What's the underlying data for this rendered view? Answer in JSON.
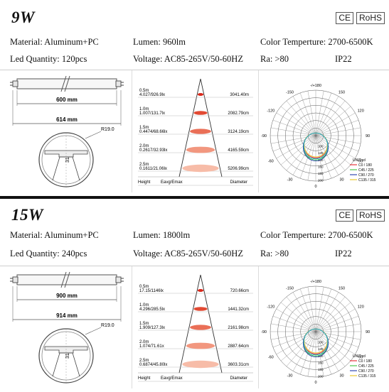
{
  "products": [
    {
      "id": "9w",
      "title": "9W",
      "badges": [
        "CE",
        "RoHS"
      ],
      "material": "Material: Aluminum+PC",
      "lumen": "Lumen: 960lm",
      "color_temp": "Color Temperture: 2700-6500K",
      "led_quantity": "Led Quantity: 120pcs",
      "voltage": "Voltage: AC85-265V/50-60HZ",
      "ra": "Ra: >80",
      "ip": "IP22",
      "tube": {
        "inner_length": "600 mm",
        "outer_length": "614 mm",
        "radius": "R19.0",
        "height": "31"
      },
      "cone": {
        "footer": [
          "Height",
          "Eavg/Emax",
          "Diameter"
        ],
        "rows": [
          {
            "h": "0.5m",
            "e": "4.027/926.9lx",
            "d": "3041.40m"
          },
          {
            "h": "1.0m",
            "e": "1.007/131.7lx",
            "d": "2082.79cm"
          },
          {
            "h": "1.5m",
            "e": "0.4474/68.66lx",
            "d": "3124.19cm"
          },
          {
            "h": "2.0m",
            "e": "0.2617/32.93lx",
            "d": "4165.59cm"
          },
          {
            "h": "2.5m",
            "e": "0.1611/21.06lx",
            "d": "5206.99cm"
          }
        ]
      },
      "polar": {
        "angles": [
          "-/+180",
          "-150",
          "150",
          "-120",
          "120",
          "-90",
          "90",
          "-60",
          "60",
          "-30",
          "30",
          "0"
        ],
        "radial": [
          "100",
          "120",
          "140",
          "160",
          "180",
          "200"
        ],
        "legend": [
          "UNIT:cd",
          "C0 / 180",
          "C45 / 225",
          "C90 / 270",
          "C135 / 315"
        ]
      }
    },
    {
      "id": "15w",
      "title": "15W",
      "badges": [
        "CE",
        "RoHS"
      ],
      "material": "Material: Aluminum+PC",
      "lumen": "Lumen: 1800lm",
      "color_temp": "Color Temperture: 2700-6500K",
      "led_quantity": "Led Quantity: 240pcs",
      "voltage": "Voltage: AC85-265V/50-60HZ",
      "ra": "Ra: >80",
      "ip": "IP22",
      "tube": {
        "inner_length": "900 mm",
        "outer_length": "914 mm",
        "radius": "R19.0",
        "height": "31"
      },
      "cone": {
        "footer": [
          "Height",
          "Eavg/Emax",
          "Diameter"
        ],
        "rows": [
          {
            "h": "0.5m",
            "e": "17.15/1146lx",
            "d": "720.66cm"
          },
          {
            "h": "1.0m",
            "e": "4.296/285.5lx",
            "d": "1441.32cm"
          },
          {
            "h": "1.5m",
            "e": "1.909/127.3lx",
            "d": "2161.98cm"
          },
          {
            "h": "2.0m",
            "e": "1.074/71.61x",
            "d": "2887.64cm"
          },
          {
            "h": "2.5m",
            "e": "0.6874/45.80lx",
            "d": "3603.31cm"
          }
        ]
      },
      "polar": {
        "angles": [
          "-/+180",
          "-150",
          "150",
          "-120",
          "120",
          "-90",
          "90",
          "-60",
          "60",
          "-30",
          "30",
          "0"
        ],
        "radial": [
          "100",
          "120",
          "140",
          "160",
          "180",
          "200"
        ],
        "legend": [
          "UNIT:cd",
          "C0 / 180",
          "C45 / 225",
          "C90 / 270",
          "C135 / 315"
        ]
      }
    }
  ],
  "colors": {
    "cone_ellipses": [
      "#d9291c",
      "#e24a33",
      "#ea6f57",
      "#f2977f",
      "#f7bca8"
    ],
    "curves": [
      "#e8242b",
      "#3cc43c",
      "#1f3aa8",
      "#e7c21d",
      "#27b8d6"
    ]
  }
}
